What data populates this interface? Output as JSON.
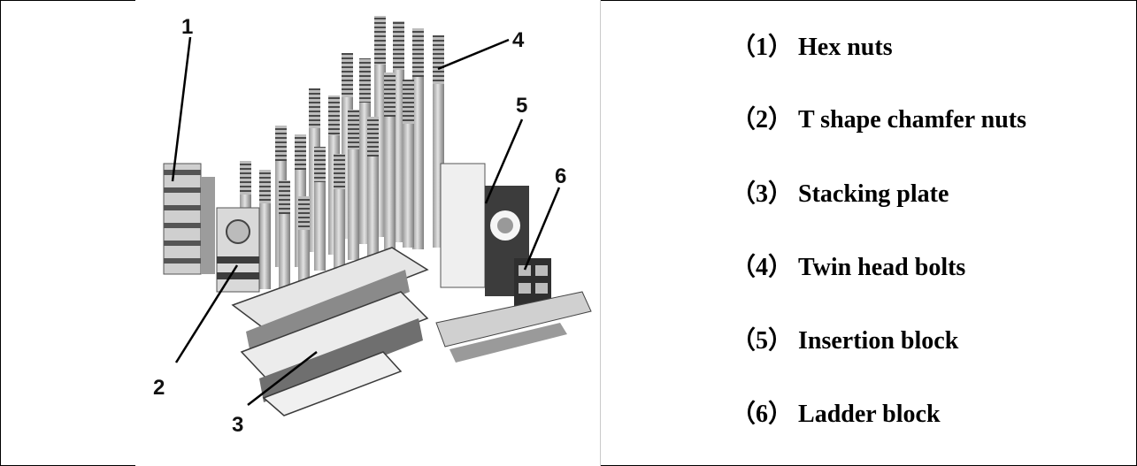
{
  "figure": {
    "callouts": [
      "1",
      "2",
      "3",
      "4",
      "5",
      "6"
    ]
  },
  "legend": {
    "items": [
      {
        "number": "（1）",
        "label": "Hex nuts"
      },
      {
        "number": "（2）",
        "label": "T shape chamfer nuts"
      },
      {
        "number": "（3）",
        "label": "Stacking plate"
      },
      {
        "number": "（4）",
        "label": "Twin head bolts"
      },
      {
        "number": "（5）",
        "label": "Insertion block"
      },
      {
        "number": "（6）",
        "label": "Ladder block"
      }
    ]
  }
}
